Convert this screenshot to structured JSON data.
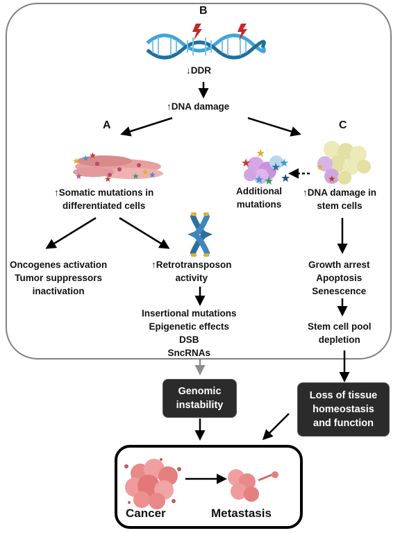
{
  "labels": {
    "B": "B",
    "A": "A",
    "C": "C",
    "ddr": "DDR",
    "dna_damage": "DNA damage",
    "somatic_line1": "Somatic mutations in",
    "somatic_line2": "differentiated cells",
    "oncogenes_line1": "Oncogenes activation",
    "oncogenes_line2": "Tumor suppressors",
    "oncogenes_line3": "inactivation",
    "retro_line1": "Retrotransposon",
    "retro_line2": "activity",
    "effects_line1": "Insertional mutations",
    "effects_line2": "Epigenetic effects",
    "effects_line3": "DSB",
    "effects_line4": "SncRNAs",
    "additional_line1": "Additional",
    "additional_line2": "mutations",
    "stem_line1": "DNA damage in",
    "stem_line2": "stem cells",
    "growth_line1": "Growth arrest",
    "growth_line2": "Apoptosis",
    "growth_line3": "Senescence",
    "pool_line1": "Stem cell pool",
    "pool_line2": "depletion",
    "genomic_line1": "Genomic",
    "genomic_line2": "instability",
    "loss_line1": "Loss of tissue",
    "loss_line2": "homeostasis",
    "loss_line3": "and function",
    "cancer": "Cancer",
    "metastasis": "Metastasis"
  },
  "symbols": {
    "down": "↓",
    "up": "↑"
  },
  "colors": {
    "frame": "#7f7f7f",
    "dark_box": "#2b2b2b",
    "arrow": "#000000",
    "gray_arrow": "#8c8c8c",
    "dna_blue": "#3ea6d9",
    "dna_dark": "#1f6f9c",
    "lightning": "#c62828",
    "cell_pink": "#e88a8a",
    "stem_yellow": "#e9e6a8",
    "stem_purple": "#cfa6e0",
    "chromosome": "#2f6f9e"
  },
  "icons": [
    "dna-helix-icon",
    "lightning-icon",
    "differentiated-cells-icon",
    "chromosome-icon",
    "mutated-cells-icon",
    "stem-cells-icon",
    "tumor-icon",
    "metastasis-cell-icon"
  ]
}
